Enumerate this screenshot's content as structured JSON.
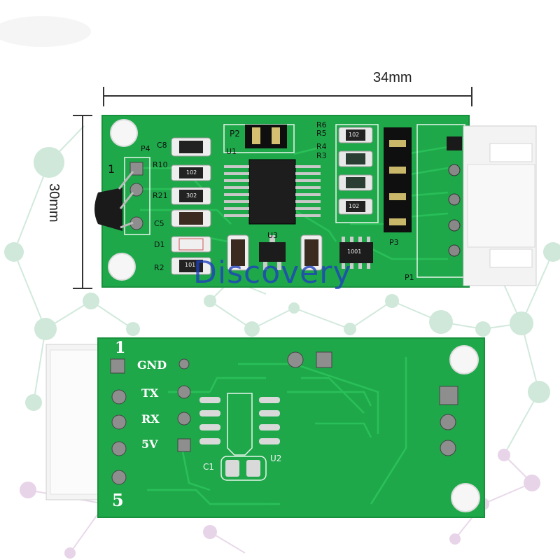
{
  "dimensions": {
    "width_label": "34mm",
    "height_label": "30mm"
  },
  "watermark": "Discovery",
  "top_board": {
    "labels": {
      "p2": "P2",
      "p4": "P4",
      "c8": "C8",
      "u1": "U1",
      "r6": "R6",
      "r5": "R5",
      "r4": "R4",
      "r3": "R3",
      "r10": "R10",
      "r21": "R21",
      "c5": "C5",
      "d1": "D1",
      "r2": "R2",
      "u3": "U3",
      "p3": "P3",
      "p1": "P1",
      "one": "1",
      "res_102_a": "102",
      "res_302": "302",
      "res_102_b": "102",
      "res_102_c": "102",
      "res_101": "101",
      "res_1001": "1001"
    }
  },
  "bottom_board": {
    "labels": {
      "pin1": "1",
      "pin5": "5",
      "gnd": "GND",
      "tx": "TX",
      "rx": "RX",
      "v5": "5V",
      "c1": "C1",
      "u2": "U2"
    }
  },
  "colors": {
    "pcb_green": "#1fa84a",
    "pcb_dark": "#188a3c",
    "trace": "#26b552",
    "silk": "#ffffff",
    "connector": "#f3f3f3",
    "watermark": "#1e3fbf"
  }
}
